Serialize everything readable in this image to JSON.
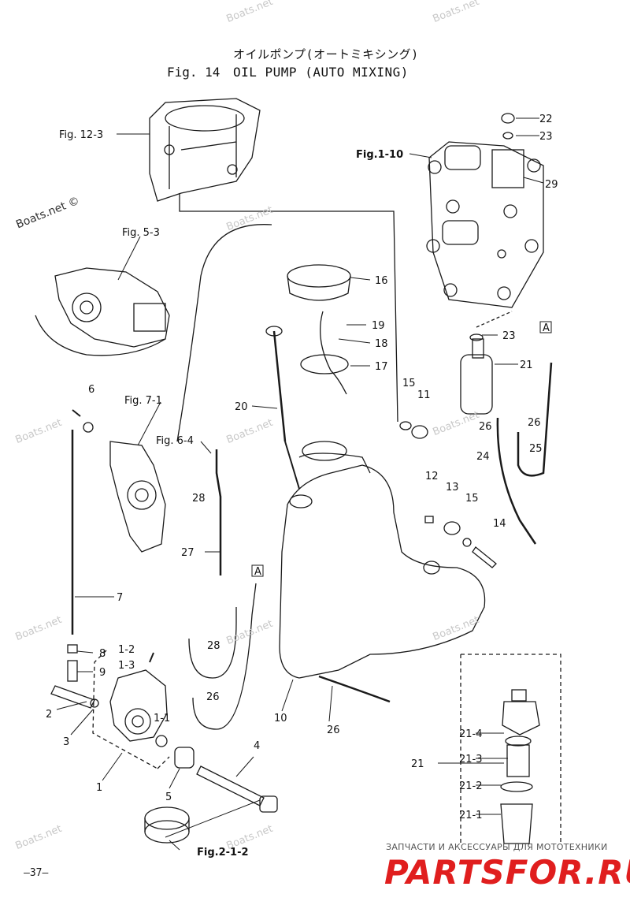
{
  "header": {
    "japanese_title": "オイルポンプ(オートミキシング)",
    "figure_number": "Fig. 14",
    "title": "OIL PUMP (AUTO MIXING)"
  },
  "figure_refs": {
    "fig_12_3": "Fig. 12-3",
    "fig_5_3": "Fig. 5-3",
    "fig_7_1": "Fig. 7-1",
    "fig_6_4": "Fig. 6-4",
    "fig_1_10": "Fig.1-10",
    "fig_2_1_2": "Fig.2-1-2"
  },
  "callouts": {
    "p1": "1",
    "p1_1": "1-1",
    "p1_2": "1-2",
    "p1_3": "1-3",
    "p2": "2",
    "p3": "3",
    "p4": "4",
    "p5": "5",
    "p6": "6",
    "p7": "7",
    "p8": "8",
    "p9": "9",
    "p10": "10",
    "p11": "11",
    "p12": "12",
    "p13": "13",
    "p14": "14",
    "p15a": "15",
    "p15b": "15",
    "p16": "16",
    "p17": "17",
    "p18": "18",
    "p19": "19",
    "p20": "20",
    "p21": "21",
    "p21b": "21",
    "p21_1": "21-1",
    "p21_2": "21-2",
    "p21_3": "21-3",
    "p21_4": "21-4",
    "p22": "22",
    "p23a": "23",
    "p23b": "23",
    "p24": "24",
    "p25": "25",
    "p26a": "26",
    "p26b": "26",
    "p26c": "26",
    "p26d": "26",
    "p27": "27",
    "p28a": "28",
    "p28b": "28",
    "p29": "29",
    "connA1": "A",
    "connA2": "A"
  },
  "watermarks": {
    "text": "Boats.net",
    "main": "Boats.net ©"
  },
  "footer": {
    "page_number": "—37—",
    "shop_text": "ЗАПЧАСТИ И АКСЕССУАРЫ ДЛЯ МОТОТЕХНИКИ",
    "shop_logo": "PARTSFOR.RU"
  }
}
